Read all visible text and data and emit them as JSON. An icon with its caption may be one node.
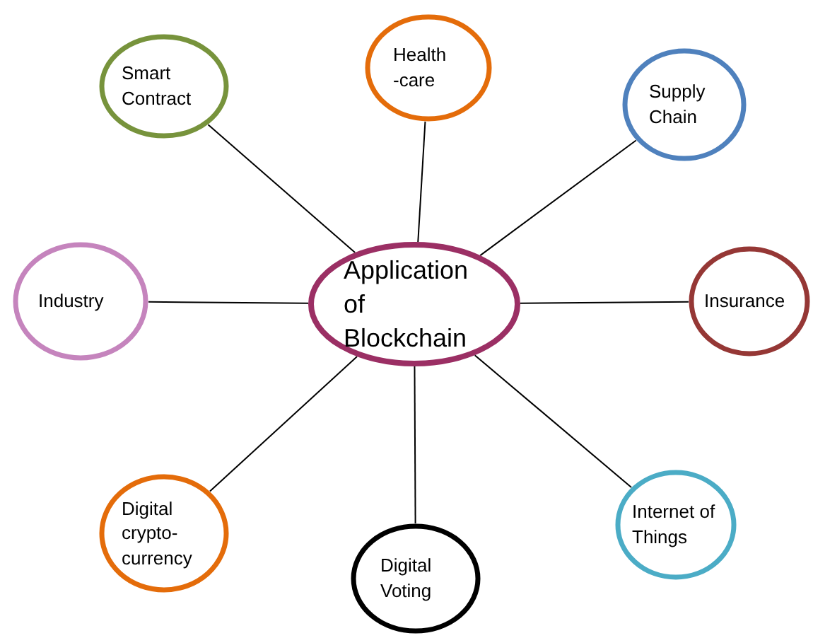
{
  "diagram": {
    "nodes": [
      {
        "text": [
          "Application of Blockchain"
        ]
      },
      {
        "text": [
          "Smart Contract"
        ]
      },
      {
        "text": [
          "Health -care"
        ]
      },
      {
        "text": [
          "Supply Chain"
        ]
      },
      {
        "text": [
          "Industry"
        ]
      },
      {
        "text": [
          "Insurance"
        ]
      },
      {
        "text": [
          "Internet of Things"
        ]
      },
      {
        "text": [
          "Digital crypto- currency"
        ]
      },
      {
        "text": [
          "Digital Voting"
        ]
      }
    ],
    "edges": [
      {
        "from": 0,
        "to": 1,
        "arrow": "none"
      },
      {
        "from": 0,
        "to": 2,
        "arrow": "none"
      },
      {
        "from": 0,
        "to": 3,
        "arrow": "none"
      },
      {
        "from": 0,
        "to": 4,
        "arrow": "none"
      },
      {
        "from": 0,
        "to": 5,
        "arrow": "none"
      },
      {
        "from": 0,
        "to": 6,
        "arrow": "none"
      },
      {
        "from": 0,
        "to": 7,
        "arrow": "none"
      },
      {
        "from": 0,
        "to": 8,
        "arrow": "none"
      }
    ]
  }
}
